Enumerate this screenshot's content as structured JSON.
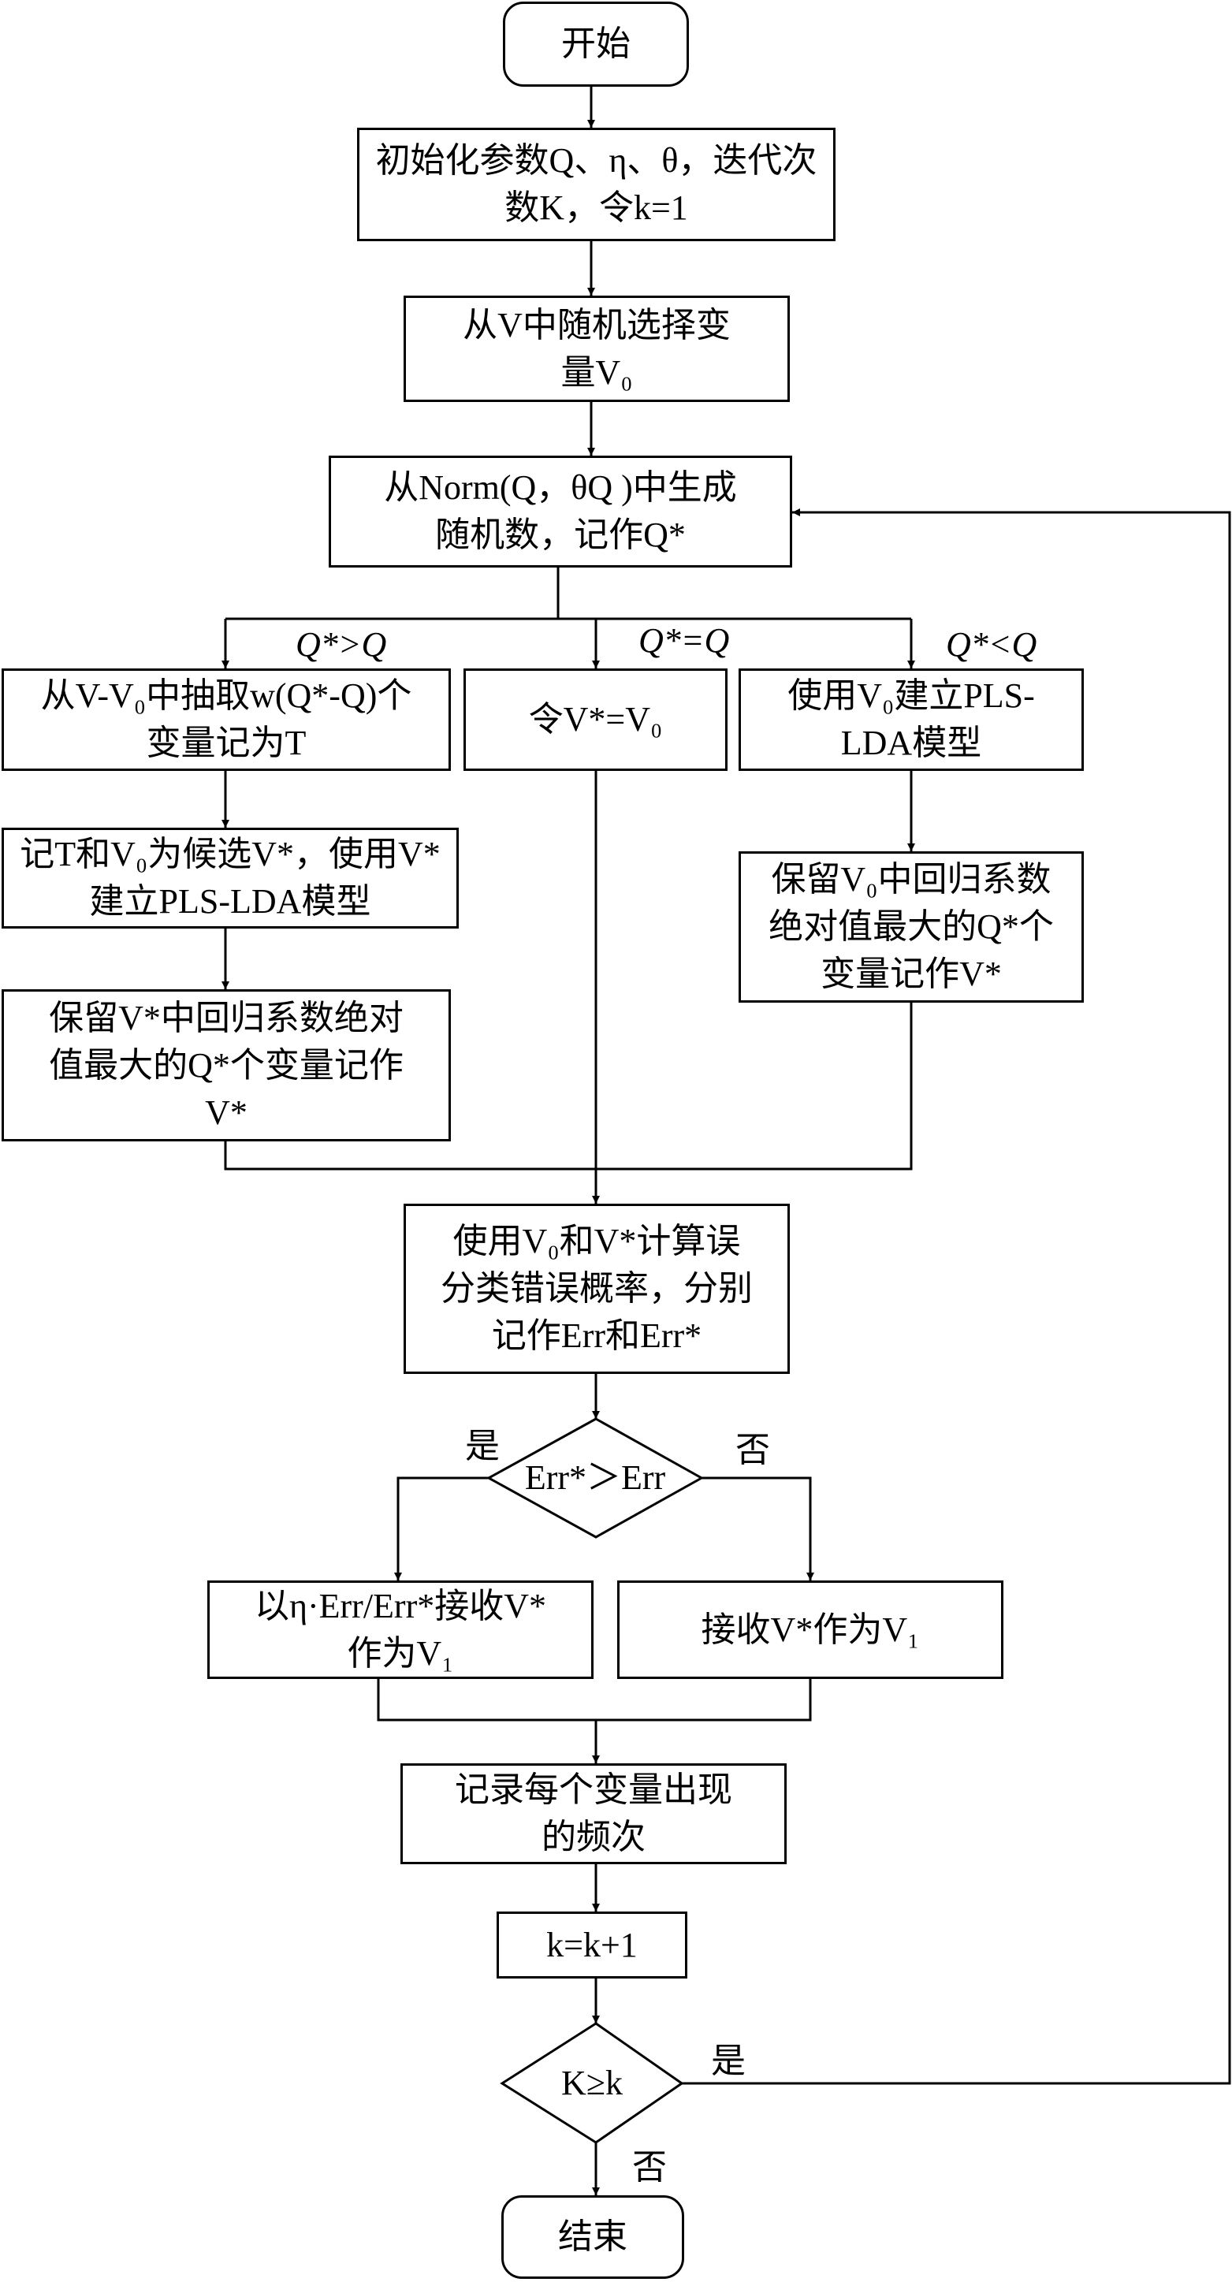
{
  "nodes": {
    "start": "开始",
    "init": "初始化参数Q、η、θ，迭代次数K，令k=1",
    "select_v0": "从V中随机选择变量V₀",
    "gen_random": "从Norm(Q，θQ )中生成随机数，记作Q*",
    "extract_t": "从V-V₀中抽取w(Q*-Q)个变量记为T",
    "set_equal": "令V*=V₀",
    "build_v0": "使用V₀建立PLS-LDA模型",
    "candidate": "记T和V₀为候选V*，使用V*建立PLS-LDA模型",
    "keep_vstar": "保留V*中回归系数绝对值最大的Q*个变量记作V*",
    "keep_v0": "保留V₀中回归系数绝对值最大的Q*个变量记作V*",
    "calc_err": "使用V₀和V*计算误分类错误概率，分别记作Err和Err*",
    "compare_err": "Err*＞Err",
    "accept_prob": "以η·Err/Err*接收V*作为V₁",
    "accept": "接收V*作为V₁",
    "record": "记录每个变量出现的频次",
    "increment": "k=k+1",
    "check_k": "K≥k",
    "end": "结束"
  },
  "branch_labels": {
    "gt": "Q*>Q",
    "eq": "Q*=Q",
    "lt": "Q*<Q",
    "err_yes": "是",
    "err_no": "否",
    "loop_yes": "是",
    "end_no": "否"
  }
}
